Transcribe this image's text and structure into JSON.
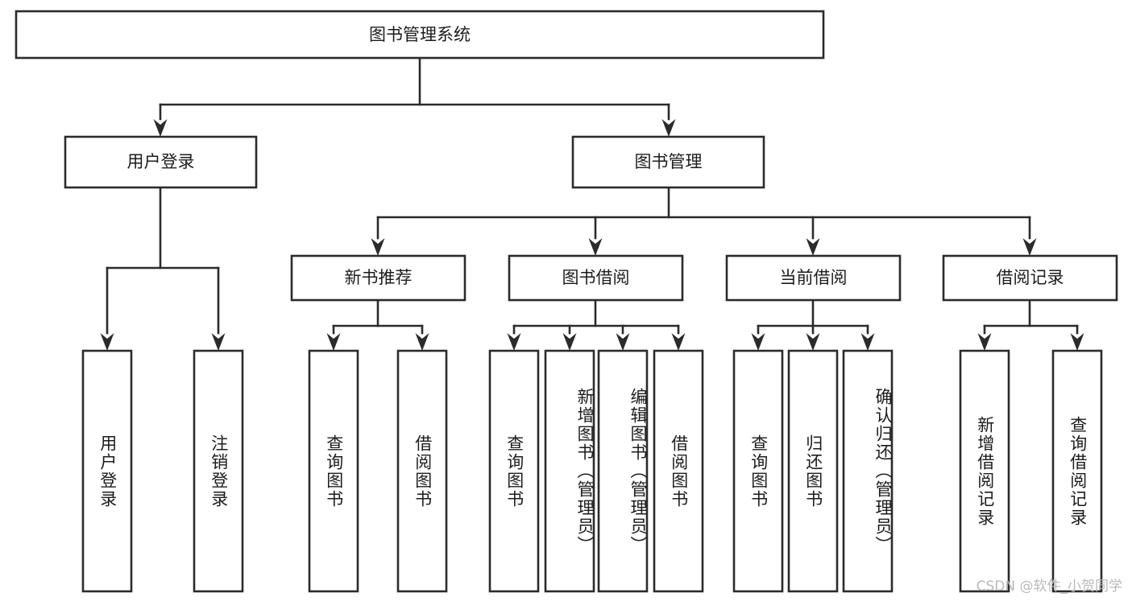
{
  "diagram": {
    "type": "tree-hierarchy",
    "title": "图书管理系统",
    "colors": {
      "box_stroke": "#2b2b2b",
      "box_fill": "#ffffff",
      "text": "#1c1c1c",
      "background": "#ffffff",
      "watermark": "#b9b9b9"
    },
    "root": {
      "label": "图书管理系统"
    },
    "level1": [
      {
        "label": "用户登录"
      },
      {
        "label": "图书管理"
      }
    ],
    "level2": [
      {
        "label": "新书推荐"
      },
      {
        "label": "图书借阅"
      },
      {
        "label": "当前借阅"
      },
      {
        "label": "借阅记录"
      }
    ],
    "leaves": {
      "user_login": [
        {
          "label": "用户登录"
        },
        {
          "label": "注销登录"
        }
      ],
      "new_book_recommend": [
        {
          "label": "查询图书"
        },
        {
          "label": "借阅图书"
        }
      ],
      "book_borrow": [
        {
          "label": "查询图书"
        },
        {
          "label": "新增图书（管理员）"
        },
        {
          "label": "编辑图书（管理员）"
        },
        {
          "label": "借阅图书"
        }
      ],
      "current_borrow": [
        {
          "label": "查询图书"
        },
        {
          "label": "归还图书"
        },
        {
          "label": "确认归还（管理员）"
        }
      ],
      "borrow_record": [
        {
          "label": "新增借阅记录"
        },
        {
          "label": "查询借阅记录"
        }
      ]
    }
  },
  "watermark": {
    "text": "CSDN @软件_小贺同学"
  }
}
